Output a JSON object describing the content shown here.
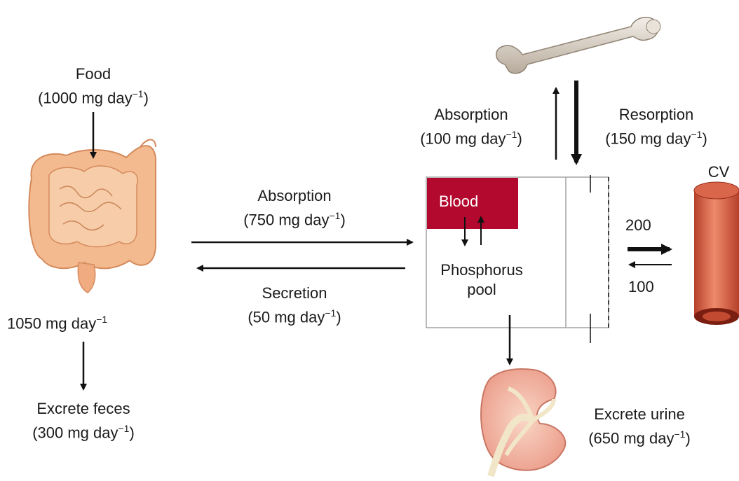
{
  "colors": {
    "blood": "#b3092e",
    "arrow": "#111111",
    "box_line": "#9a9a9a",
    "intestine": "#f2b58a",
    "bone": "#d9d2c8",
    "kidney": "#f3b7a8",
    "vessel": "#d9654a"
  },
  "icons": {
    "intestine": "intestine-illustration",
    "bone": "femur-bone-illustration",
    "kidney": "kidney-cross-section-illustration",
    "vessel": "blood-vessel-illustration"
  },
  "food": {
    "title": "Food",
    "rate": "(1000 mg day",
    "exp": "−1",
    "close": ")"
  },
  "gut_total": {
    "rate": "1050 mg day",
    "exp": "−1"
  },
  "feces": {
    "title": "Excrete feces",
    "rate": "(300 mg day",
    "exp": "−1",
    "close": ")"
  },
  "gut_absorption": {
    "title": "Absorption",
    "rate": "(750 mg day",
    "exp": "−1",
    "close": ")"
  },
  "gut_secretion": {
    "title": "Secretion",
    "rate": "(50 mg day",
    "exp": "−1",
    "close": ")"
  },
  "bone_absorption": {
    "title": "Absorption",
    "rate": "(100 mg day",
    "exp": "−1",
    "close": ")"
  },
  "bone_resorption": {
    "title": "Resorption",
    "rate": "(150 mg day",
    "exp": "−1",
    "close": ")"
  },
  "pool": {
    "blood": "Blood",
    "line1": "Phosphorus",
    "line2": "pool"
  },
  "cv": {
    "label": "CV",
    "out": "200",
    "in": "100"
  },
  "urine": {
    "title": "Excrete urine",
    "rate": "(650 mg day",
    "exp": "−1",
    "close": ")"
  }
}
